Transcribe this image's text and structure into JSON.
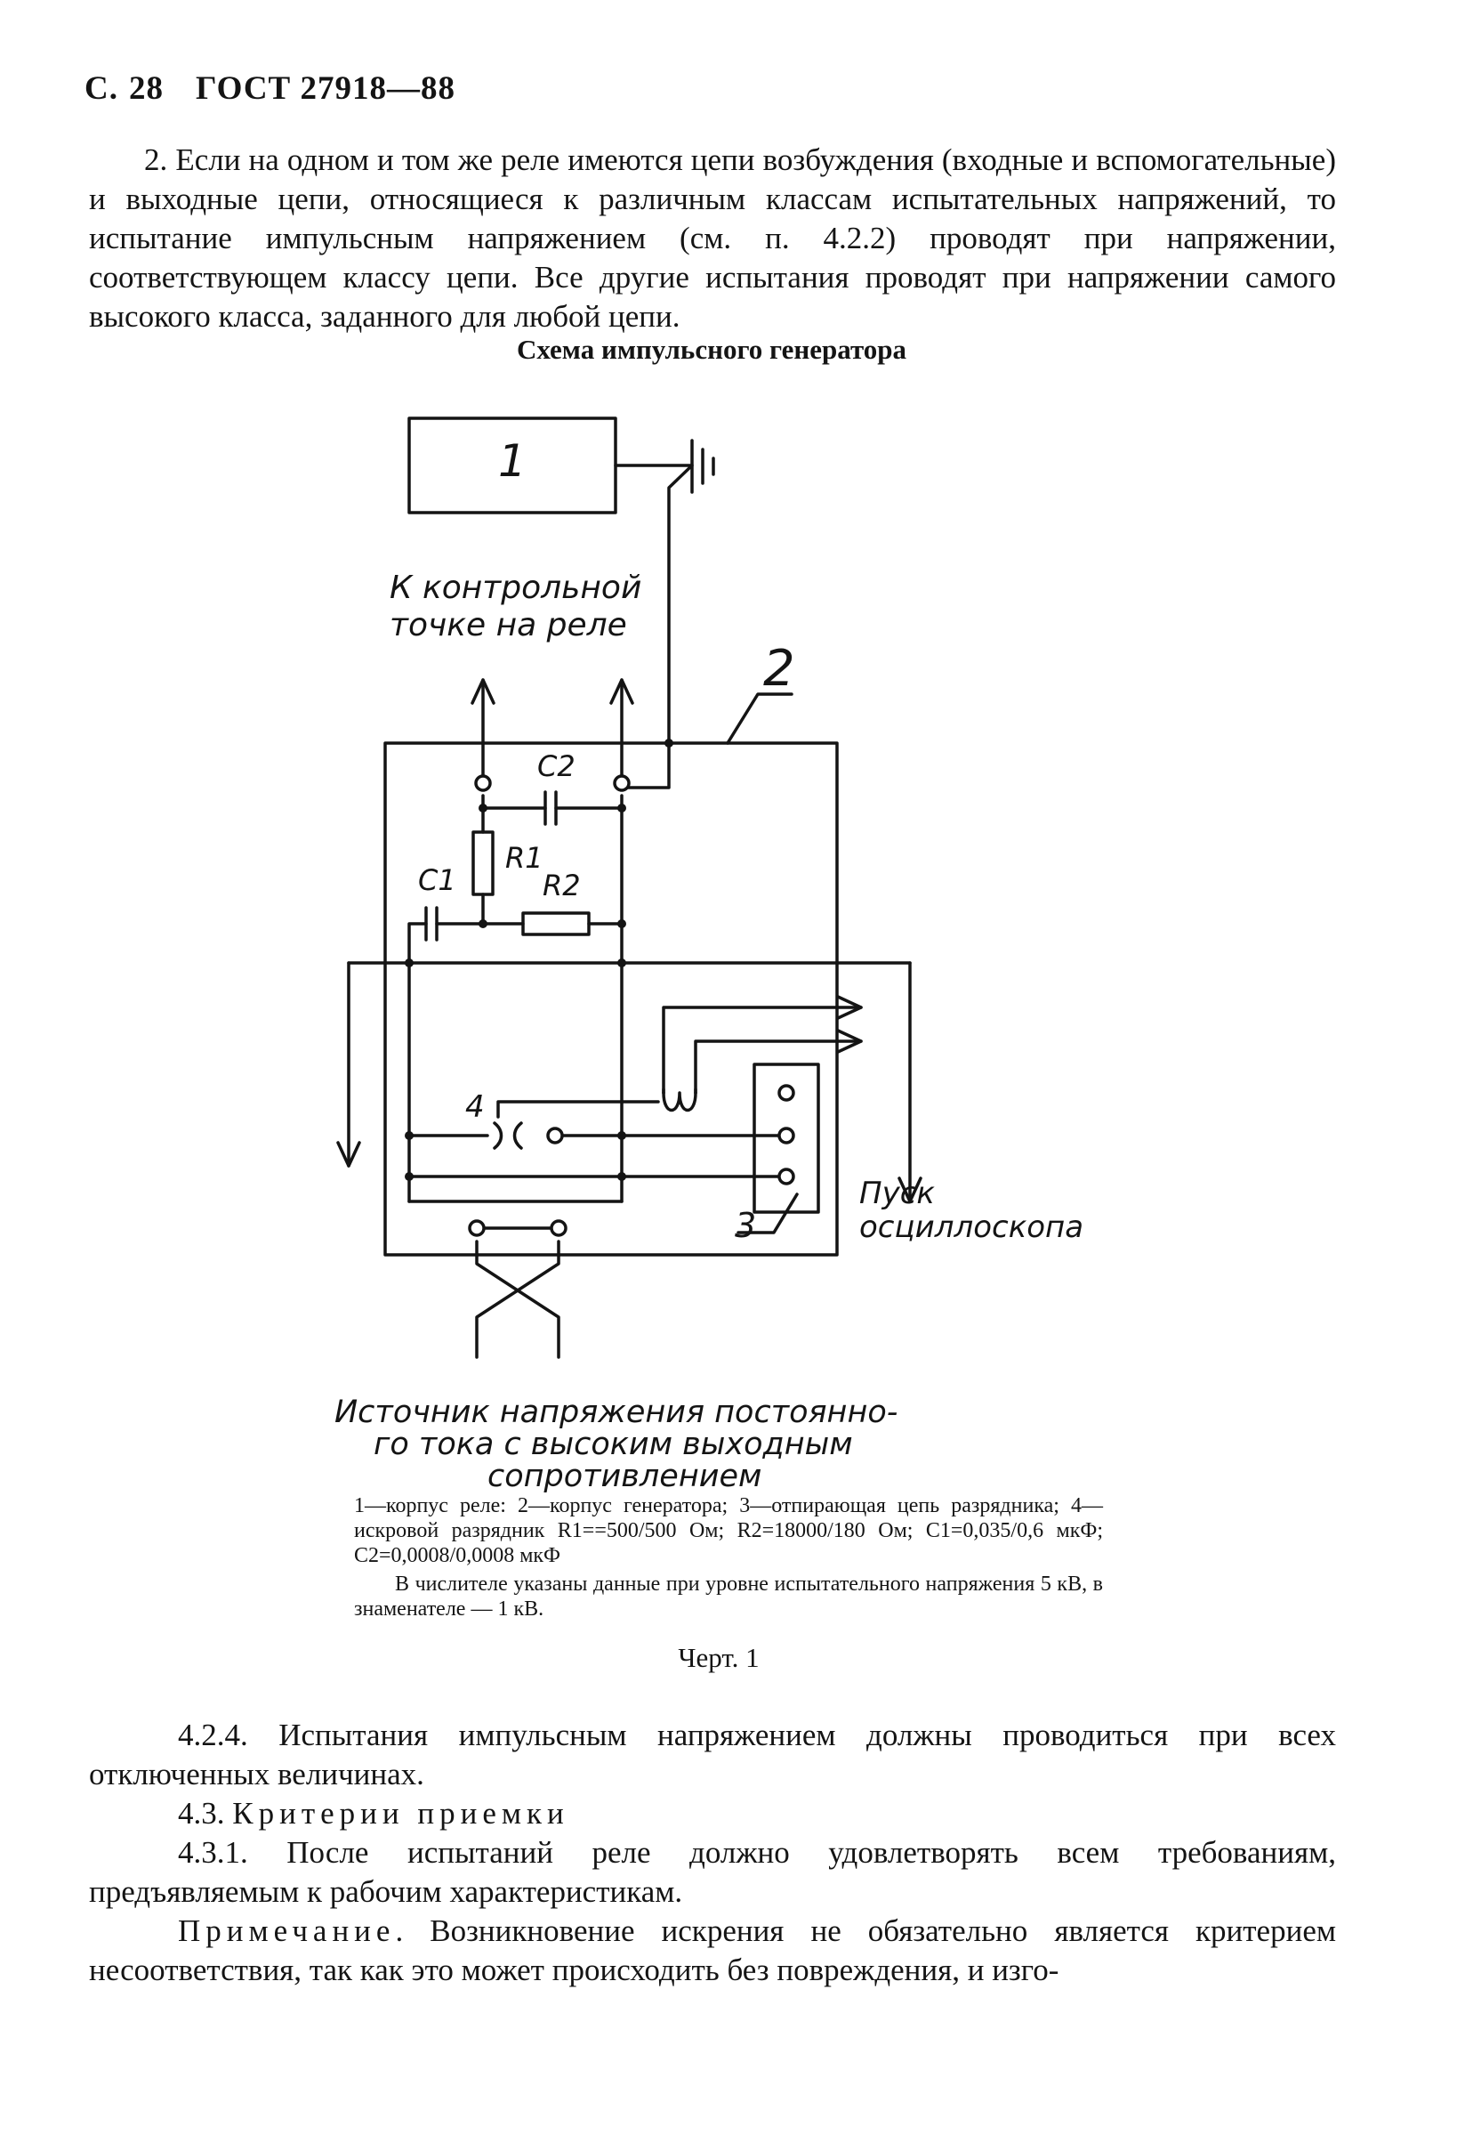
{
  "header": {
    "page_prefix": "С.",
    "page_number": "28",
    "standard": "ГОСТ 27918—88"
  },
  "intro_paragraph": "2. Если на одном и том же реле имеются цепи возбуждения (входные и вспомогательные) и выходные цепи, относящиеся к различным классам испытательных напряжений, то испытание импульсным напряжением (см. п. 4.2.2) проводят при напряжении, соответствующем классу цепи. Все другие испытания проводят при напряжении самого высокого класса, заданного для любой цепи.",
  "figure": {
    "title": "Схема импульсного генератора",
    "labels": {
      "block_1": "1",
      "housing_2": "2",
      "circuit_3": "3",
      "gap_4": "4",
      "c1": "C1",
      "c2": "C2",
      "r1": "R1",
      "r2": "R2",
      "to_relay_line1": "К контрольной",
      "to_relay_line2": "точке на реле",
      "osc_line1": "Пуск",
      "osc_line2": "осциллоскопа",
      "source_line1": "Источник напряжения постоянно-",
      "source_line2": "го тока с высоким выходным",
      "source_line3": "сопротивлением"
    },
    "legend": "1—корпус реле: 2—корпус генератора; 3—отпирающая цепь разрядника; 4—искровой разрядник R1==500/500 Ом; R2=18000/180 Ом; C1=0,035/0,6 мкФ; C2=0,0008/0,0008 мкФ",
    "legend_note": "В числителе указаны данные при уровне испытательного напряжения 5 кВ, в знаменателе — 1 кВ.",
    "label": "Черт. 1"
  },
  "section_4_2_4": "4.2.4. Испытания импульсным напряжением должны проводиться при всех отключенных величинах.",
  "section_4_3": {
    "number": "4.3.",
    "title": "Критерии приемки"
  },
  "section_4_3_1": "4.3.1. После испытаний реле должно удовлетворять всем требованиям, предъявляемым к рабочим характеристикам.",
  "note": {
    "lead": "Примечание",
    "text": ". Возникновение искрения не обязательно является критерием несоответствия, так как это может происходить без повреждения, и изго-"
  }
}
